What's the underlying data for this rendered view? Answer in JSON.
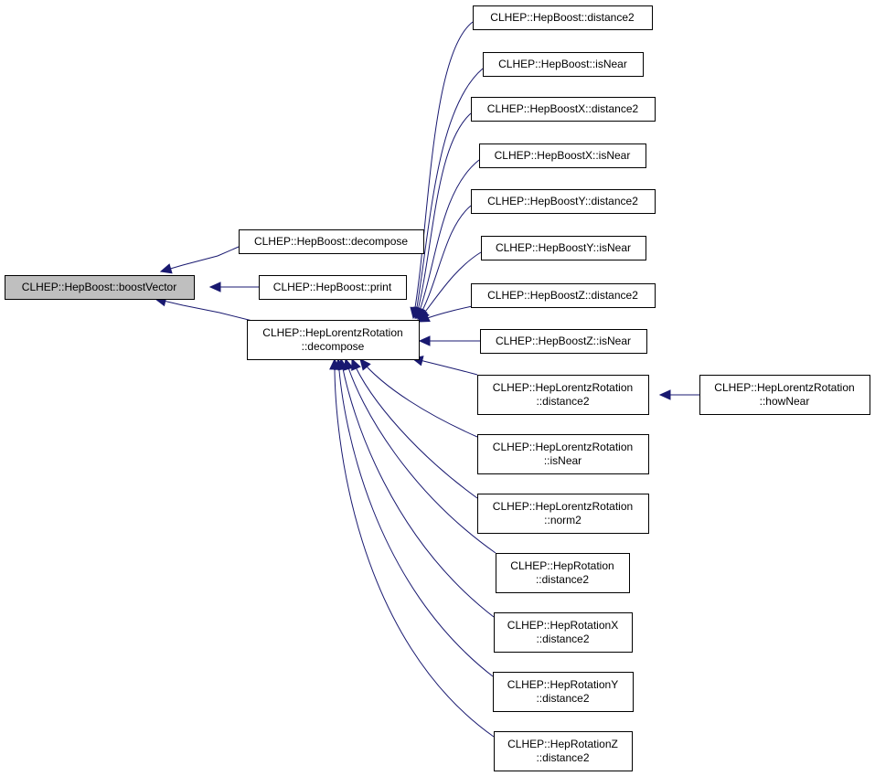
{
  "graph": {
    "nodes": [
      {
        "id": "boostVector",
        "lines": [
          "CLHEP::HepBoost::boostVector"
        ],
        "root": true
      },
      {
        "id": "hb_decompose",
        "lines": [
          "CLHEP::HepBoost::decompose"
        ]
      },
      {
        "id": "hb_print",
        "lines": [
          "CLHEP::HepBoost::print"
        ]
      },
      {
        "id": "hlr_decompose",
        "lines": [
          "CLHEP::HepLorentzRotation",
          "::decompose"
        ]
      },
      {
        "id": "hb_distance2",
        "lines": [
          "CLHEP::HepBoost::distance2"
        ]
      },
      {
        "id": "hb_isNear",
        "lines": [
          "CLHEP::HepBoost::isNear"
        ]
      },
      {
        "id": "hbx_distance2",
        "lines": [
          "CLHEP::HepBoostX::distance2"
        ]
      },
      {
        "id": "hbx_isNear",
        "lines": [
          "CLHEP::HepBoostX::isNear"
        ]
      },
      {
        "id": "hby_distance2",
        "lines": [
          "CLHEP::HepBoostY::distance2"
        ]
      },
      {
        "id": "hby_isNear",
        "lines": [
          "CLHEP::HepBoostY::isNear"
        ]
      },
      {
        "id": "hbz_distance2",
        "lines": [
          "CLHEP::HepBoostZ::distance2"
        ]
      },
      {
        "id": "hbz_isNear",
        "lines": [
          "CLHEP::HepBoostZ::isNear"
        ]
      },
      {
        "id": "hlr_distance2",
        "lines": [
          "CLHEP::HepLorentzRotation",
          "::distance2"
        ]
      },
      {
        "id": "hlr_howNear",
        "lines": [
          "CLHEP::HepLorentzRotation",
          "::howNear"
        ]
      },
      {
        "id": "hlr_isNear",
        "lines": [
          "CLHEP::HepLorentzRotation",
          "::isNear"
        ]
      },
      {
        "id": "hlr_norm2",
        "lines": [
          "CLHEP::HepLorentzRotation",
          "::norm2"
        ]
      },
      {
        "id": "hr_distance2",
        "lines": [
          "CLHEP::HepRotation",
          "::distance2"
        ]
      },
      {
        "id": "hrx_distance2",
        "lines": [
          "CLHEP::HepRotationX",
          "::distance2"
        ]
      },
      {
        "id": "hry_distance2",
        "lines": [
          "CLHEP::HepRotationY",
          "::distance2"
        ]
      },
      {
        "id": "hrz_distance2",
        "lines": [
          "CLHEP::HepRotationZ",
          "::distance2"
        ]
      }
    ],
    "edges": [
      {
        "from": "hb_decompose",
        "to": "boostVector"
      },
      {
        "from": "hb_print",
        "to": "boostVector"
      },
      {
        "from": "hlr_decompose",
        "to": "boostVector"
      },
      {
        "from": "hb_distance2",
        "to": "hlr_decompose"
      },
      {
        "from": "hb_isNear",
        "to": "hlr_decompose"
      },
      {
        "from": "hbx_distance2",
        "to": "hlr_decompose"
      },
      {
        "from": "hbx_isNear",
        "to": "hlr_decompose"
      },
      {
        "from": "hby_distance2",
        "to": "hlr_decompose"
      },
      {
        "from": "hby_isNear",
        "to": "hlr_decompose"
      },
      {
        "from": "hbz_distance2",
        "to": "hlr_decompose"
      },
      {
        "from": "hbz_isNear",
        "to": "hlr_decompose"
      },
      {
        "from": "hlr_distance2",
        "to": "hlr_decompose"
      },
      {
        "from": "hlr_isNear",
        "to": "hlr_decompose"
      },
      {
        "from": "hlr_norm2",
        "to": "hlr_decompose"
      },
      {
        "from": "hr_distance2",
        "to": "hlr_decompose"
      },
      {
        "from": "hrx_distance2",
        "to": "hlr_decompose"
      },
      {
        "from": "hry_distance2",
        "to": "hlr_decompose"
      },
      {
        "from": "hrz_distance2",
        "to": "hlr_decompose"
      },
      {
        "from": "hlr_howNear",
        "to": "hlr_distance2"
      }
    ]
  }
}
